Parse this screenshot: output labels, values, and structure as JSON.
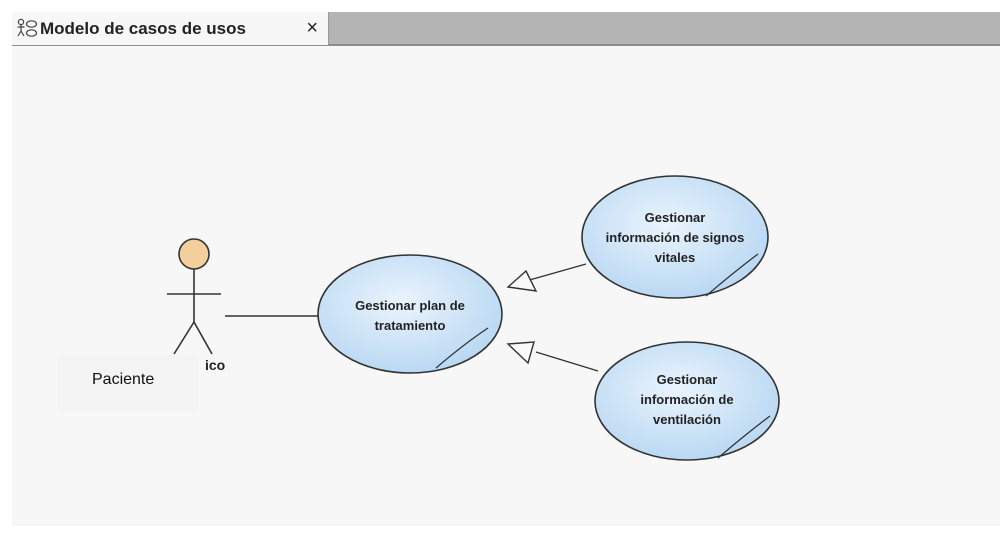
{
  "tab": {
    "title": "Modelo de casos de usos",
    "close_glyph": "×",
    "icon": "use-case-diagram-icon"
  },
  "diagram": {
    "actor": {
      "label": "Paciente",
      "hidden_label_fragment": "ico"
    },
    "use_cases": [
      {
        "id": "plan",
        "lines": [
          "Gestionar plan de",
          "tratamiento"
        ]
      },
      {
        "id": "signos",
        "lines": [
          "Gestionar",
          "información de signos",
          "vitales"
        ]
      },
      {
        "id": "ventilacion",
        "lines": [
          "Gestionar",
          "información de",
          "ventilación"
        ]
      }
    ],
    "relations": [
      {
        "type": "association",
        "from": "actor",
        "to": "plan"
      },
      {
        "type": "generalization",
        "from": "signos",
        "to": "plan"
      },
      {
        "type": "generalization",
        "from": "ventilacion",
        "to": "plan"
      }
    ],
    "colors": {
      "actor_fill": "#f3cf9c",
      "usecase_fill_inner": "#eaf4fd",
      "usecase_fill_outer": "#b6d6f2",
      "stroke": "#333333"
    }
  }
}
